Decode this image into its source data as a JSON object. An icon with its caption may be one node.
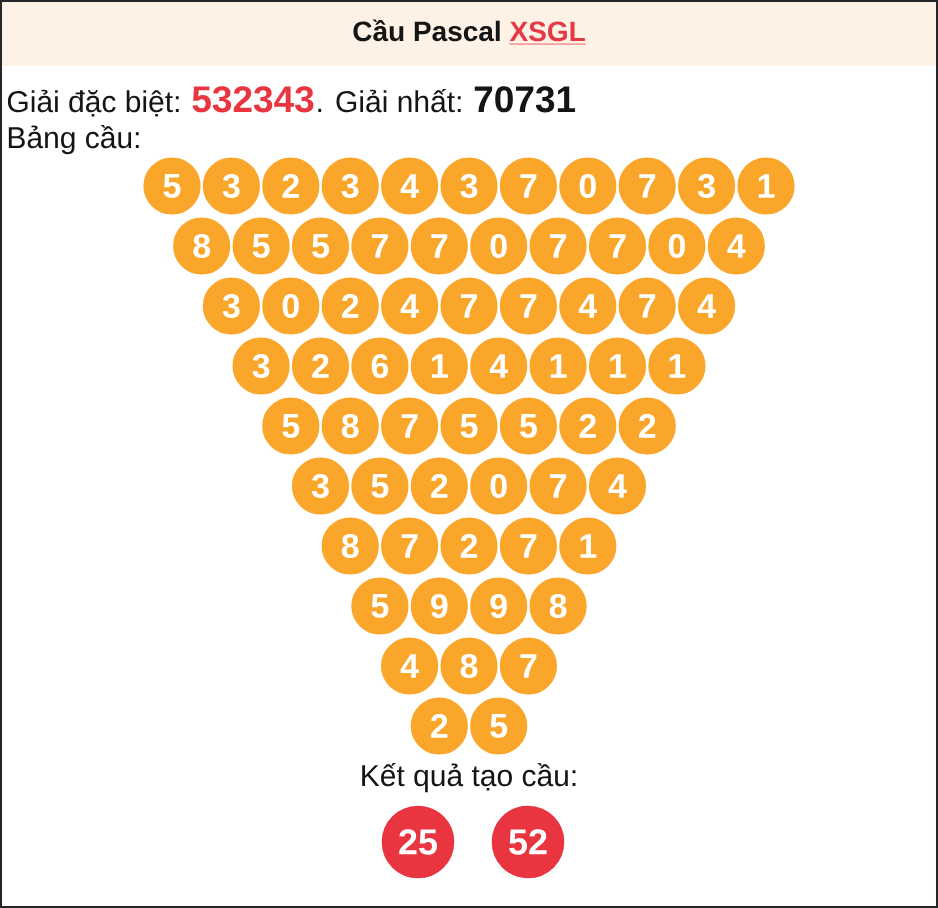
{
  "diagram": {
    "nodes": [
      {
        "text": [
          "Cầu Pascal",
          "XSGL"
        ]
      },
      {
        "text": [
          "5"
        ]
      },
      {
        "text": [
          "3"
        ]
      },
      {
        "text": [
          "2"
        ]
      },
      {
        "text": [
          "3"
        ]
      },
      {
        "text": [
          "4"
        ]
      },
      {
        "text": [
          "3"
        ]
      },
      {
        "text": [
          "7"
        ]
      },
      {
        "text": [
          "0"
        ]
      },
      {
        "text": [
          "7"
        ]
      },
      {
        "text": [
          "3"
        ]
      },
      {
        "text": [
          "1"
        ]
      },
      {
        "text": [
          "8"
        ]
      },
      {
        "text": [
          "5"
        ]
      },
      {
        "text": [
          "5"
        ]
      },
      {
        "text": [
          "7"
        ]
      },
      {
        "text": [
          "7"
        ]
      },
      {
        "text": [
          "0"
        ]
      },
      {
        "text": [
          "7"
        ]
      },
      {
        "text": [
          "7"
        ]
      },
      {
        "text": [
          "0"
        ]
      },
      {
        "text": [
          "4"
        ]
      },
      {
        "text": [
          "3"
        ]
      },
      {
        "text": [
          "0"
        ]
      },
      {
        "text": [
          "2"
        ]
      },
      {
        "text": [
          "4"
        ]
      },
      {
        "text": [
          "7"
        ]
      },
      {
        "text": [
          "7"
        ]
      },
      {
        "text": [
          "4"
        ]
      },
      {
        "text": [
          "7"
        ]
      },
      {
        "text": [
          "4"
        ]
      },
      {
        "text": [
          "3"
        ]
      },
      {
        "text": [
          "2"
        ]
      },
      {
        "text": [
          "6"
        ]
      },
      {
        "text": [
          "1"
        ]
      },
      {
        "text": [
          "4"
        ]
      },
      {
        "text": [
          "1"
        ]
      },
      {
        "text": [
          "1"
        ]
      },
      {
        "text": [
          "1"
        ]
      },
      {
        "text": [
          "5"
        ]
      },
      {
        "text": [
          "8"
        ]
      },
      {
        "text": [
          "7"
        ]
      },
      {
        "text": [
          "5"
        ]
      },
      {
        "text": [
          "5"
        ]
      },
      {
        "text": [
          "2"
        ]
      },
      {
        "text": [
          "2"
        ]
      },
      {
        "text": [
          "3"
        ]
      },
      {
        "text": [
          "5"
        ]
      },
      {
        "text": [
          "2"
        ]
      },
      {
        "text": [
          "0"
        ]
      },
      {
        "text": [
          "7"
        ]
      },
      {
        "text": [
          "4"
        ]
      },
      {
        "text": [
          "8"
        ]
      },
      {
        "text": [
          "7"
        ]
      },
      {
        "text": [
          "2"
        ]
      },
      {
        "text": [
          "7"
        ]
      },
      {
        "text": [
          "1"
        ]
      },
      {
        "text": [
          "5"
        ]
      },
      {
        "text": [
          "9"
        ]
      },
      {
        "text": [
          "9"
        ]
      },
      {
        "text": [
          "8"
        ]
      },
      {
        "text": [
          "4"
        ]
      },
      {
        "text": [
          "8"
        ]
      },
      {
        "text": [
          "7"
        ]
      },
      {
        "text": [
          "2"
        ]
      },
      {
        "text": [
          "5"
        ]
      },
      {
        "text": [
          "25"
        ]
      },
      {
        "text": [
          "52"
        ]
      }
    ],
    "labels": [
      "Giải đặc biệt:",
      "532343",
      ". Giải nhất:",
      "70731",
      "Bảng cầu:",
      "Kết quả tạo cầu:"
    ]
  }
}
